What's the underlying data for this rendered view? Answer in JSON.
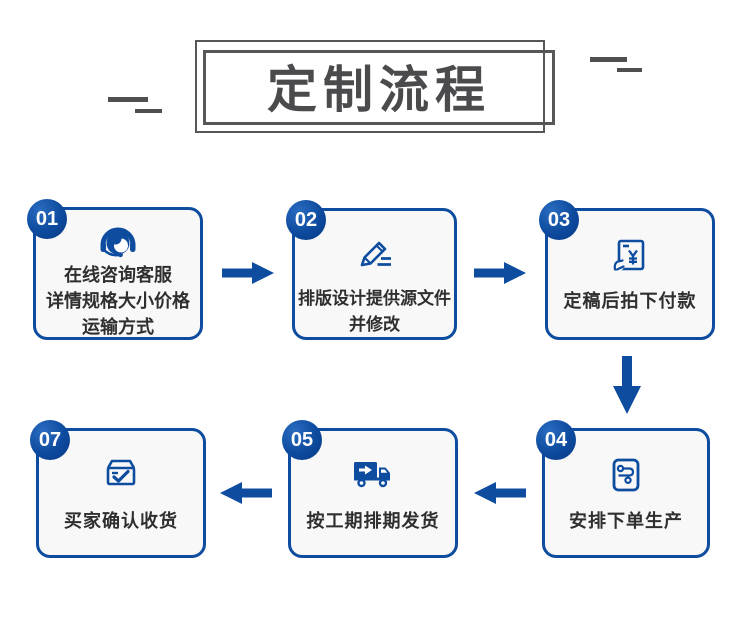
{
  "title": {
    "text": "定制流程"
  },
  "colors": {
    "primary_blue": "#0e4c9f",
    "badge_highlight": "#2a6cc0",
    "box_background": "#f8f8f8",
    "box_text": "#2f2f2f",
    "frame_border": "#57575a",
    "title_text": "#4b4b4d"
  },
  "steps": [
    {
      "number": "01",
      "icon": "customer-service-headset-icon",
      "lines": [
        "在线咨询客服",
        "详情规格大小价格",
        "运输方式"
      ]
    },
    {
      "number": "02",
      "icon": "pencil-edit-icon",
      "lines": [
        "排版设计提供源文件",
        "并修改"
      ]
    },
    {
      "number": "03",
      "icon": "payment-invoice-icon",
      "lines": [
        "定稿后拍下付款"
      ]
    },
    {
      "number": "04",
      "icon": "production-order-icon",
      "lines": [
        "安排下单生产"
      ]
    },
    {
      "number": "05",
      "icon": "delivery-truck-icon",
      "lines": [
        "按工期排期发货"
      ]
    },
    {
      "number": "07",
      "icon": "package-received-icon",
      "lines": [
        "买家确认收货"
      ]
    }
  ],
  "arrows": [
    "right",
    "right",
    "down",
    "left",
    "left"
  ]
}
